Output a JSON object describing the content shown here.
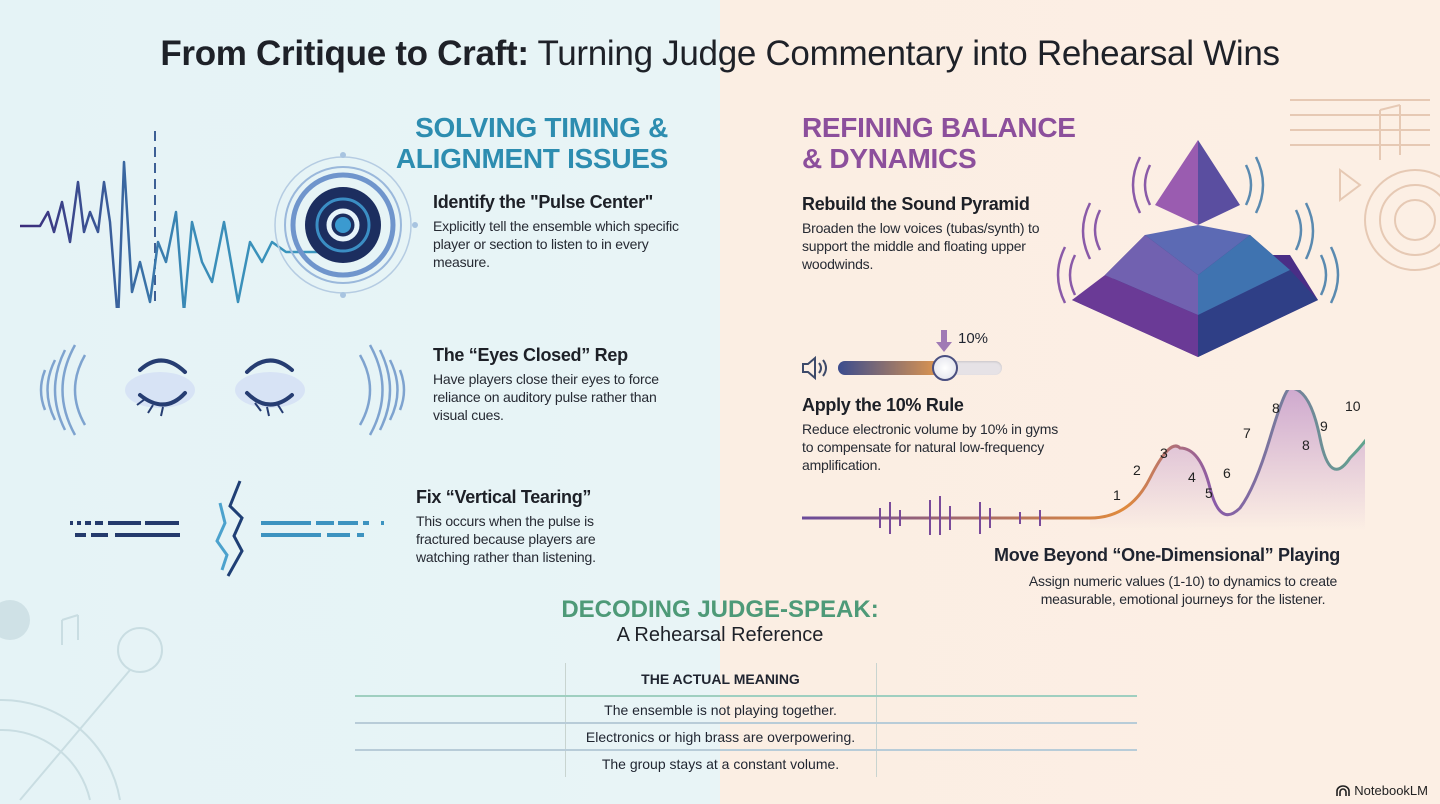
{
  "title": {
    "bold": "From Critique to Craft:",
    "rest": " Turning Judge Commentary into Rehearsal Wins"
  },
  "left_section": {
    "heading_line1": "SOLVING TIMING &",
    "heading_line2": "ALIGNMENT ISSUES",
    "items": [
      {
        "title": "Identify the \"Pulse Center\"",
        "body": "Explicitly tell the ensemble which specific player or section to listen to in every measure."
      },
      {
        "title": "The “Eyes Closed” Rep",
        "body": "Have players close their eyes to force reliance on auditory pulse rather than visual cues."
      },
      {
        "title": "Fix “Vertical Tearing”",
        "body": "This occurs when the pulse is fractured because players are watching rather than listening."
      }
    ]
  },
  "right_section": {
    "heading_line1": "REFINING BALANCE",
    "heading_line2": "& DYNAMICS",
    "items": [
      {
        "title": "Rebuild the Sound Pyramid",
        "body": "Broaden the low voices (tubas/synth) to support the middle and floating upper woodwinds."
      },
      {
        "title": "Apply the 10% Rule",
        "body": "Reduce electronic volume by 10% in gyms to compensate for natural low-frequency amplification."
      },
      {
        "title": "Move Beyond “One-Dimensional” Playing",
        "body": "Assign numeric values (1-10) to dynamics to create measurable, emotional journeys for the listener."
      }
    ],
    "slider": {
      "label": "10%",
      "value_percent": 65
    },
    "dynamic_labels": [
      "1",
      "2",
      "3",
      "4",
      "5",
      "6",
      "7",
      "8",
      "8",
      "9",
      "10"
    ]
  },
  "decoding": {
    "title": "DECODING JUDGE-SPEAK:",
    "subtitle": "A Rehearsal Reference",
    "header": [
      "",
      "THE ACTUAL MEANING",
      ""
    ],
    "rows": [
      [
        "",
        "The ensemble is not playing together.",
        ""
      ],
      [
        "",
        "Electronics or high brass are overpowering.",
        ""
      ],
      [
        "",
        "The group stays at a constant volume.",
        ""
      ]
    ]
  },
  "brand": "NotebookLM",
  "colors": {
    "teal": "#2d8db0",
    "purple": "#8c4f9c",
    "green": "#4e9a78"
  }
}
